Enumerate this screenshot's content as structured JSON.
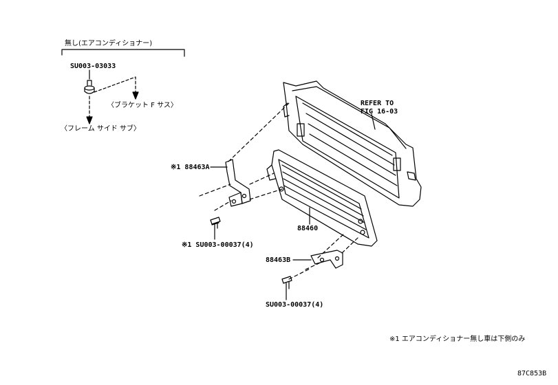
{
  "labels": {
    "variant_header": "無し(エアコンディショナー)",
    "clip_part": "SU003-03033",
    "bracket_f_sus": "〈ブラケット F サス〉",
    "frame_side_sub": "〈フレーム サイド サブ〉",
    "refer_to_line1": "REFER TO",
    "refer_to_line2": "FIG 16-03",
    "bracket_a": "※1 88463A",
    "condenser": "88460",
    "bolt_upper": "※1 SU003-00037(4)",
    "bracket_b": "88463B",
    "bolt_lower": "SU003-00037(4)",
    "footnote": "※1 エアコンディショナー無し車は下側のみ",
    "figure_code": "87C853B"
  },
  "colors": {
    "line": "#000000",
    "background": "#ffffff"
  },
  "icons": [
    "clip-icon",
    "bolt-icon",
    "condenser-icon",
    "radiator-icon",
    "bracket-icon"
  ]
}
